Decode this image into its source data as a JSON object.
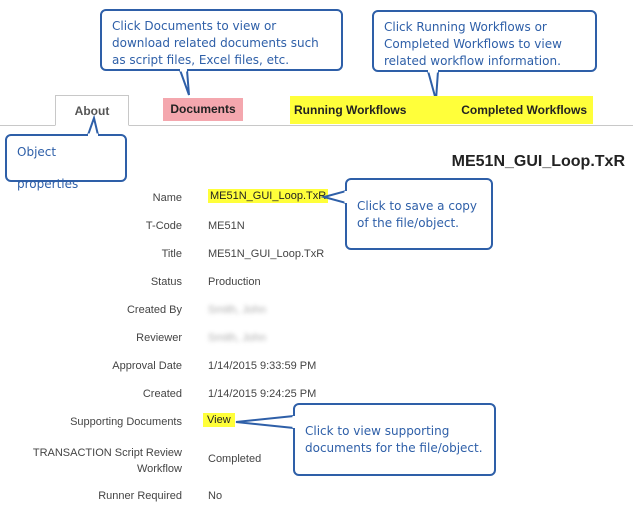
{
  "callouts": {
    "documents": "Click Documents to view or download related documents such as script files, Excel files, etc.",
    "workflows": "Click Running Workflows or Completed Workflows to view related workflow information.",
    "about": "Object properties",
    "save_copy": "Click to save a copy of the file/object.",
    "supporting_docs": "Click to view supporting documents for the file/object."
  },
  "tabs": {
    "about": "About",
    "documents": "Documents",
    "running_workflows": "Running Workflows",
    "completed_workflows": "Completed Workflows"
  },
  "object_title": "ME51N_GUI_Loop.TxR",
  "properties": [
    {
      "label": "Name",
      "value": "ME51N_GUI_Loop.TxR"
    },
    {
      "label": "T-Code",
      "value": "ME51N"
    },
    {
      "label": "Title",
      "value": "ME51N_GUI_Loop.TxR"
    },
    {
      "label": "Status",
      "value": "Production"
    },
    {
      "label": "Created By",
      "value": "Smith, John"
    },
    {
      "label": "Reviewer",
      "value": "Smith, John"
    },
    {
      "label": "Approval Date",
      "value": "1/14/2015 9:33:59 PM"
    },
    {
      "label": "Created",
      "value": "1/14/2015 9:24:25 PM"
    },
    {
      "label": "Supporting Documents",
      "value": "View"
    },
    {
      "label": "TRANSACTION Script Review Workflow",
      "value": "Completed"
    },
    {
      "label": "Runner Required",
      "value": "No"
    }
  ],
  "colors": {
    "callout_border": "#2e5fa8",
    "highlight_yellow": "#ffff3a",
    "highlight_pink": "#f4a7ae"
  }
}
